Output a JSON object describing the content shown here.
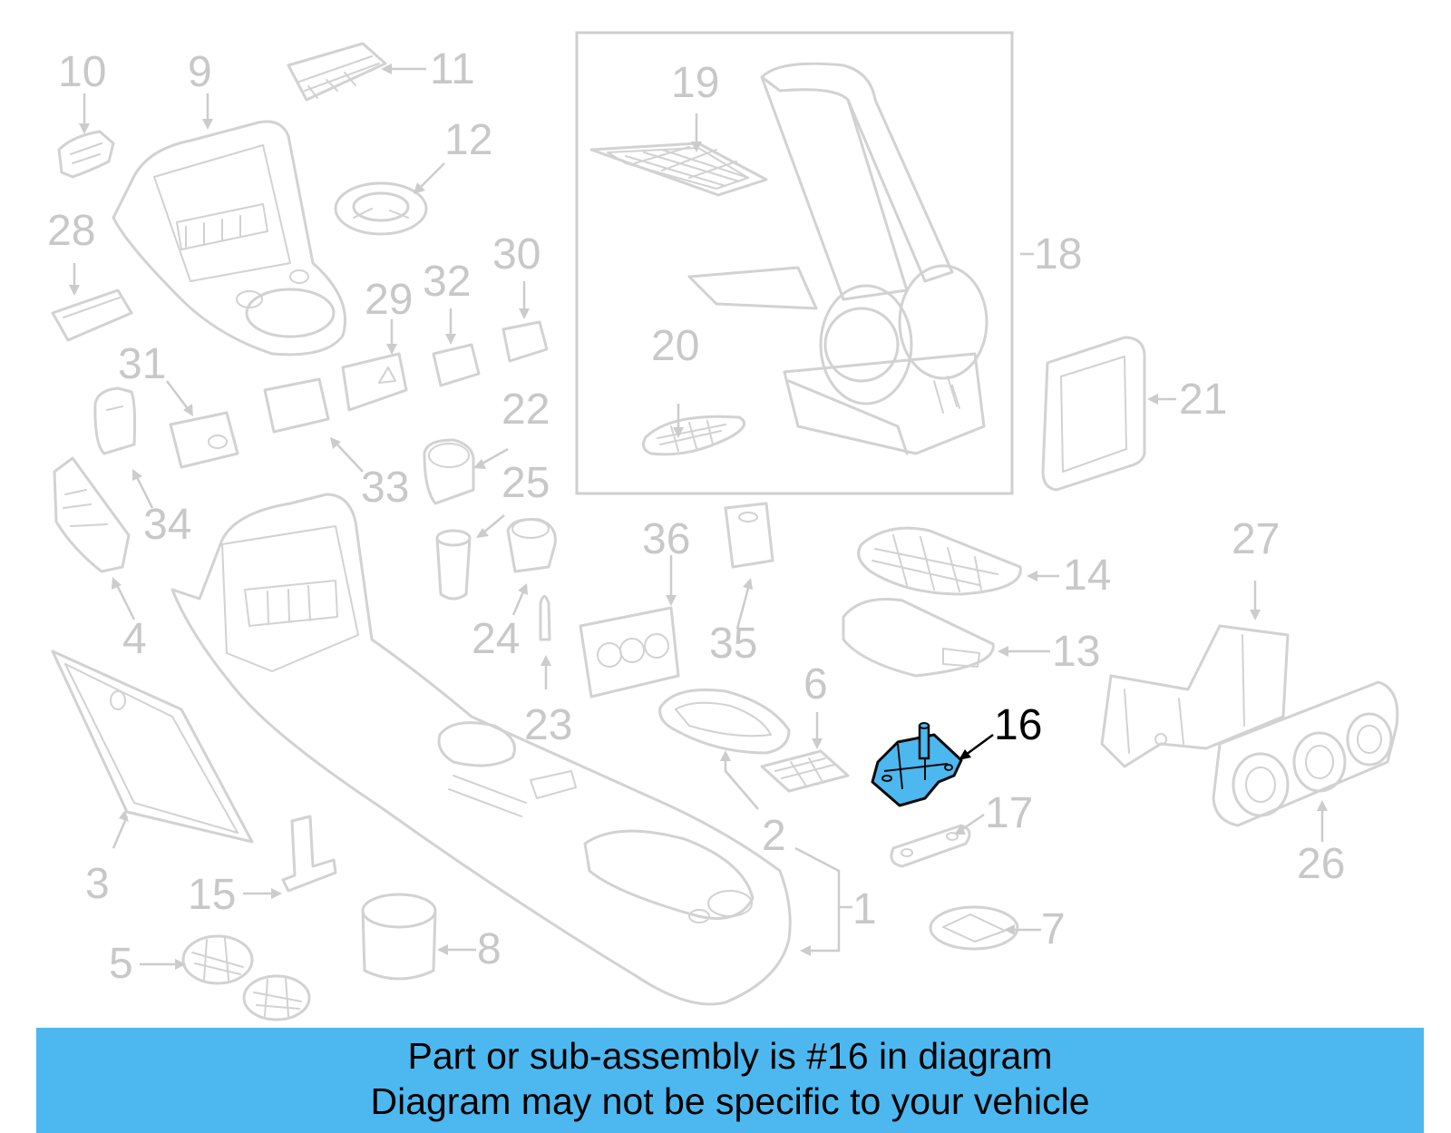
{
  "diagram": {
    "highlight_color": "#4db8ef",
    "highlighted_part": "16",
    "callouts": [
      {
        "id": "c1",
        "label": "1"
      },
      {
        "id": "c2",
        "label": "2"
      },
      {
        "id": "c3",
        "label": "3"
      },
      {
        "id": "c4",
        "label": "4"
      },
      {
        "id": "c5",
        "label": "5"
      },
      {
        "id": "c6",
        "label": "6"
      },
      {
        "id": "c7",
        "label": "7"
      },
      {
        "id": "c8",
        "label": "8"
      },
      {
        "id": "c9",
        "label": "9"
      },
      {
        "id": "c10",
        "label": "10"
      },
      {
        "id": "c11",
        "label": "11"
      },
      {
        "id": "c12",
        "label": "12"
      },
      {
        "id": "c13",
        "label": "13"
      },
      {
        "id": "c14",
        "label": "14"
      },
      {
        "id": "c15",
        "label": "15"
      },
      {
        "id": "c16",
        "label": "16"
      },
      {
        "id": "c17",
        "label": "17"
      },
      {
        "id": "c18",
        "label": "18"
      },
      {
        "id": "c19",
        "label": "19"
      },
      {
        "id": "c20",
        "label": "20"
      },
      {
        "id": "c21",
        "label": "21"
      },
      {
        "id": "c22",
        "label": "22"
      },
      {
        "id": "c23",
        "label": "23"
      },
      {
        "id": "c24",
        "label": "24"
      },
      {
        "id": "c25",
        "label": "25"
      },
      {
        "id": "c26",
        "label": "26"
      },
      {
        "id": "c27",
        "label": "27"
      },
      {
        "id": "c28",
        "label": "28"
      },
      {
        "id": "c29",
        "label": "29"
      },
      {
        "id": "c30",
        "label": "30"
      },
      {
        "id": "c31",
        "label": "31"
      },
      {
        "id": "c32",
        "label": "32"
      },
      {
        "id": "c33",
        "label": "33"
      },
      {
        "id": "c34",
        "label": "34"
      },
      {
        "id": "c35",
        "label": "35"
      },
      {
        "id": "c36",
        "label": "36"
      }
    ]
  },
  "banner": {
    "line1": "Part or sub-assembly is #16 in diagram",
    "line2": "Diagram may not be specific to your vehicle"
  }
}
